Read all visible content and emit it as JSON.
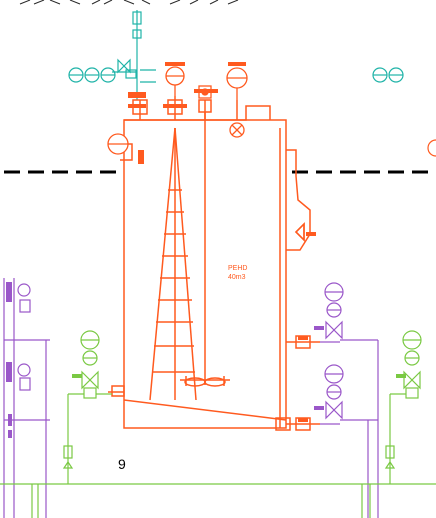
{
  "colors": {
    "background": "#ffffff",
    "vessel": "#ff5a1f",
    "air_supply": "#1fb3a8",
    "purple_line": "#9a57c9",
    "green_line": "#7ac943",
    "boundary": "#000000",
    "grey_tag": "#666666"
  },
  "vessel": {
    "label_line1": "PEHD",
    "label_line2": "40m3"
  },
  "unit_number": "9",
  "icons": {
    "mixer": "mixer-icon",
    "valve": "valve-icon",
    "instrument": "instrument-bubble-icon",
    "globe_valve": "globe-valve-icon"
  }
}
